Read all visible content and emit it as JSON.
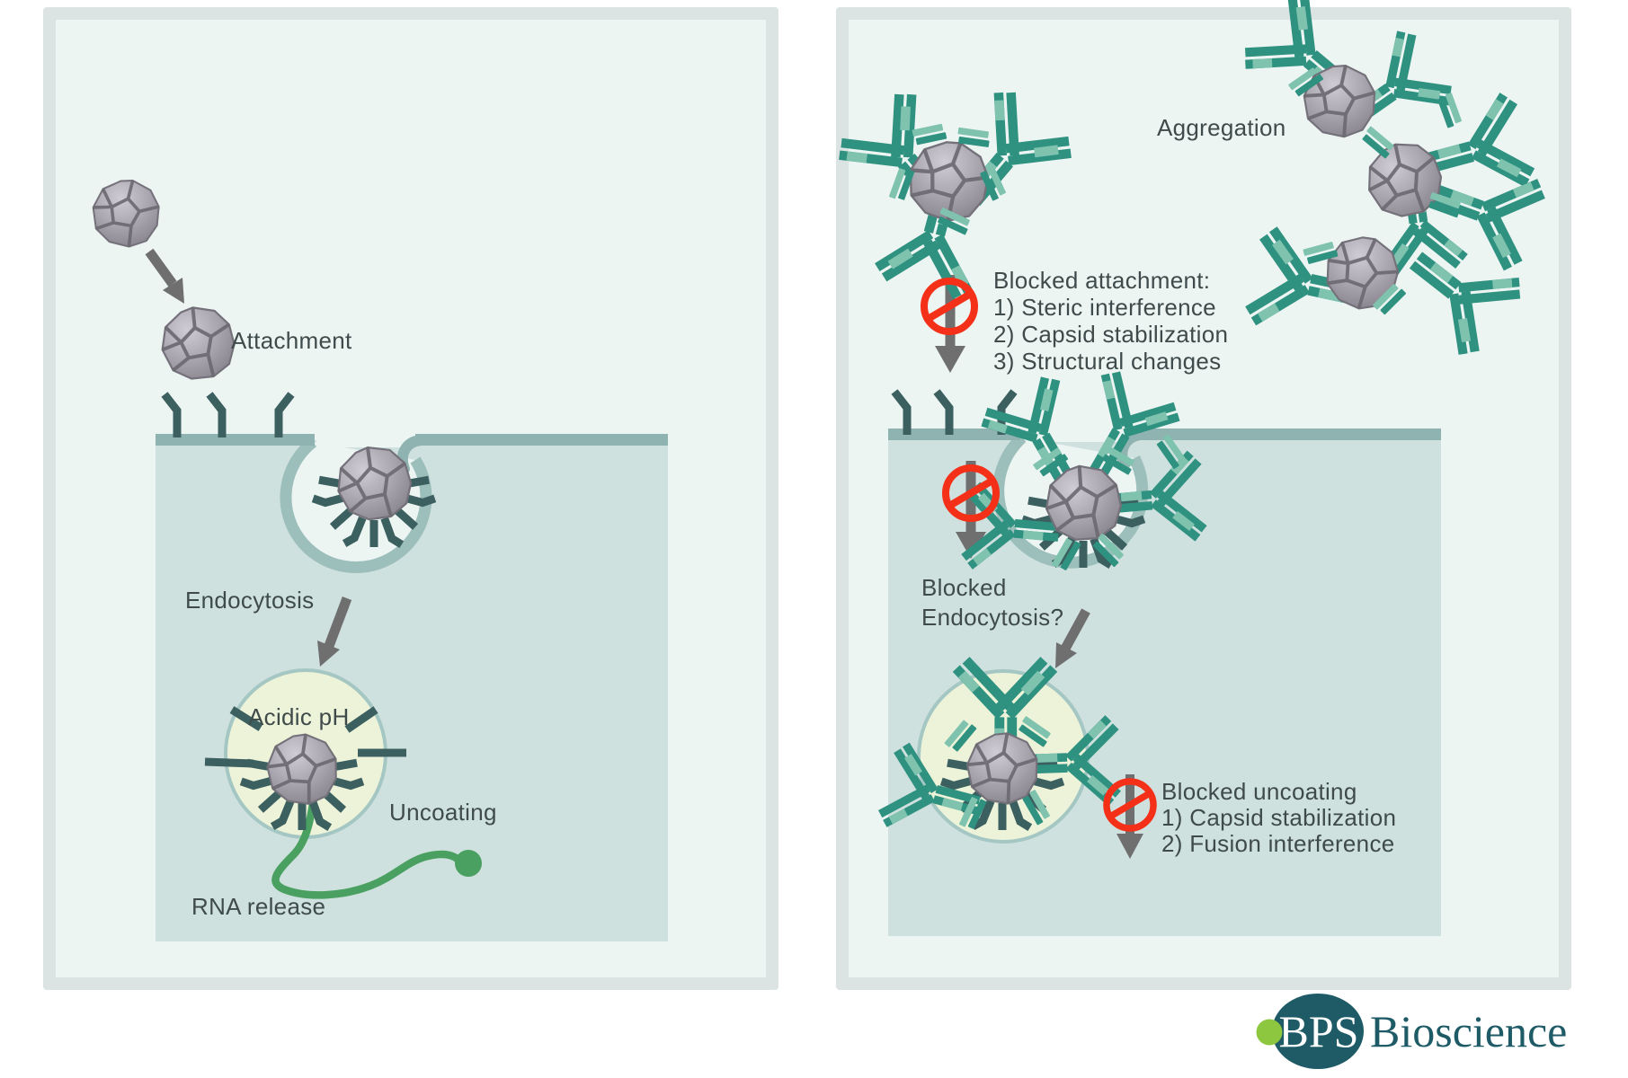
{
  "left_panel": {
    "labels": {
      "attachment": "Attachment",
      "endocytosis": "Endocytosis",
      "acidic_ph": "Acidic pH",
      "uncoating": "Uncoating",
      "rna_release": "RNA release"
    }
  },
  "right_panel": {
    "labels": {
      "aggregation": "Aggregation",
      "blocked_attachment": {
        "title": "Blocked attachment:",
        "items": [
          "1) Steric interference",
          "2) Capsid stabilization",
          "3) Structural changes"
        ]
      },
      "blocked_endocytosis": {
        "line1": "Blocked",
        "line2": "Endocytosis?"
      },
      "blocked_uncoating": {
        "title": "Blocked uncoating",
        "items": [
          "1) Capsid stabilization",
          "2) Fusion interference"
        ]
      }
    }
  },
  "logo": {
    "bps": "BPS",
    "bioscience": "Bioscience"
  },
  "icons": {
    "virus": "virus-capsid-icon",
    "antibody": "antibody-y-icon",
    "prohibition": "no-entry-icon",
    "arrow": "arrow-down-icon",
    "receptor": "cell-receptor-icon",
    "rna": "rna-strand-icon"
  },
  "colors": {
    "panel_bg": "#edf5f3",
    "panel_border": "#dbe4e2",
    "cell_fill": "#cfe1df",
    "membrane": "#8fb3b0",
    "pit_stroke": "#9dbfbc",
    "receptor_spike": "#3c6060",
    "antibody_dark": "#2f9180",
    "antibody_light": "#7fc3af",
    "endosome_fill": "#edf3d9",
    "endosome_stroke": "#a5c7c3",
    "rna_green": "#4aa061",
    "arrow_gray": "#6f6f6f",
    "no_sign_red": "#f53018",
    "text": "#3f4b4b",
    "virus_gray": "#a8a5ad",
    "logo_teal": "#1e5b66",
    "logo_green": "#8dc63f"
  }
}
